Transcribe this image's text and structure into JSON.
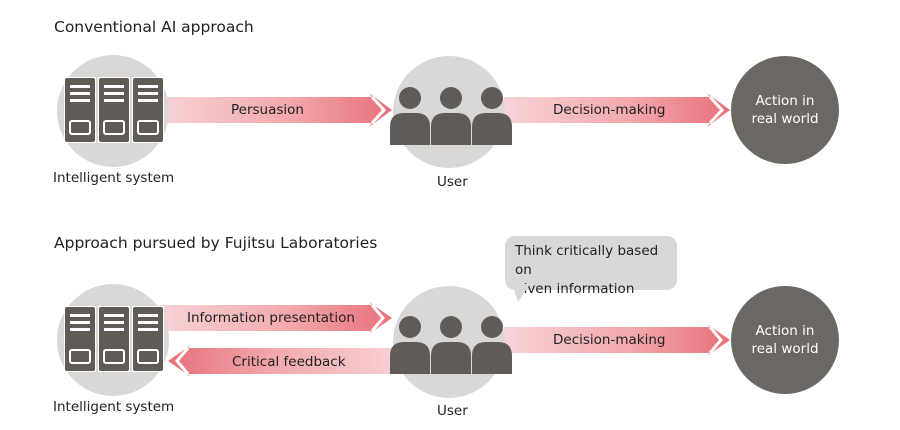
{
  "section_conventional": {
    "title": "Conventional AI approach",
    "system_label": "Intelligent system",
    "arrow1_label": "Persuasion",
    "user_label": "User",
    "arrow2_label": "Decision-making",
    "action_line1": "Action in",
    "action_line2": "real world"
  },
  "section_fujitsu": {
    "title": "Approach pursued by Fujitsu Laboratories",
    "system_label": "Intelligent system",
    "arrow_forward_label": "Information presentation",
    "arrow_back_label": "Critical feedback",
    "user_label": "User",
    "bubble_line1": "Think critically based on",
    "bubble_line2": "given information",
    "arrow2_label": "Decision-making",
    "action_line1": "Action in",
    "action_line2": "real world"
  },
  "colors": {
    "arrow_light": "#f6c8cb",
    "arrow_dark": "#e8707a",
    "circle_gray": "#d9d8d6",
    "circle_dark": "#6b6863",
    "icon_dark": "#5f5c58"
  }
}
